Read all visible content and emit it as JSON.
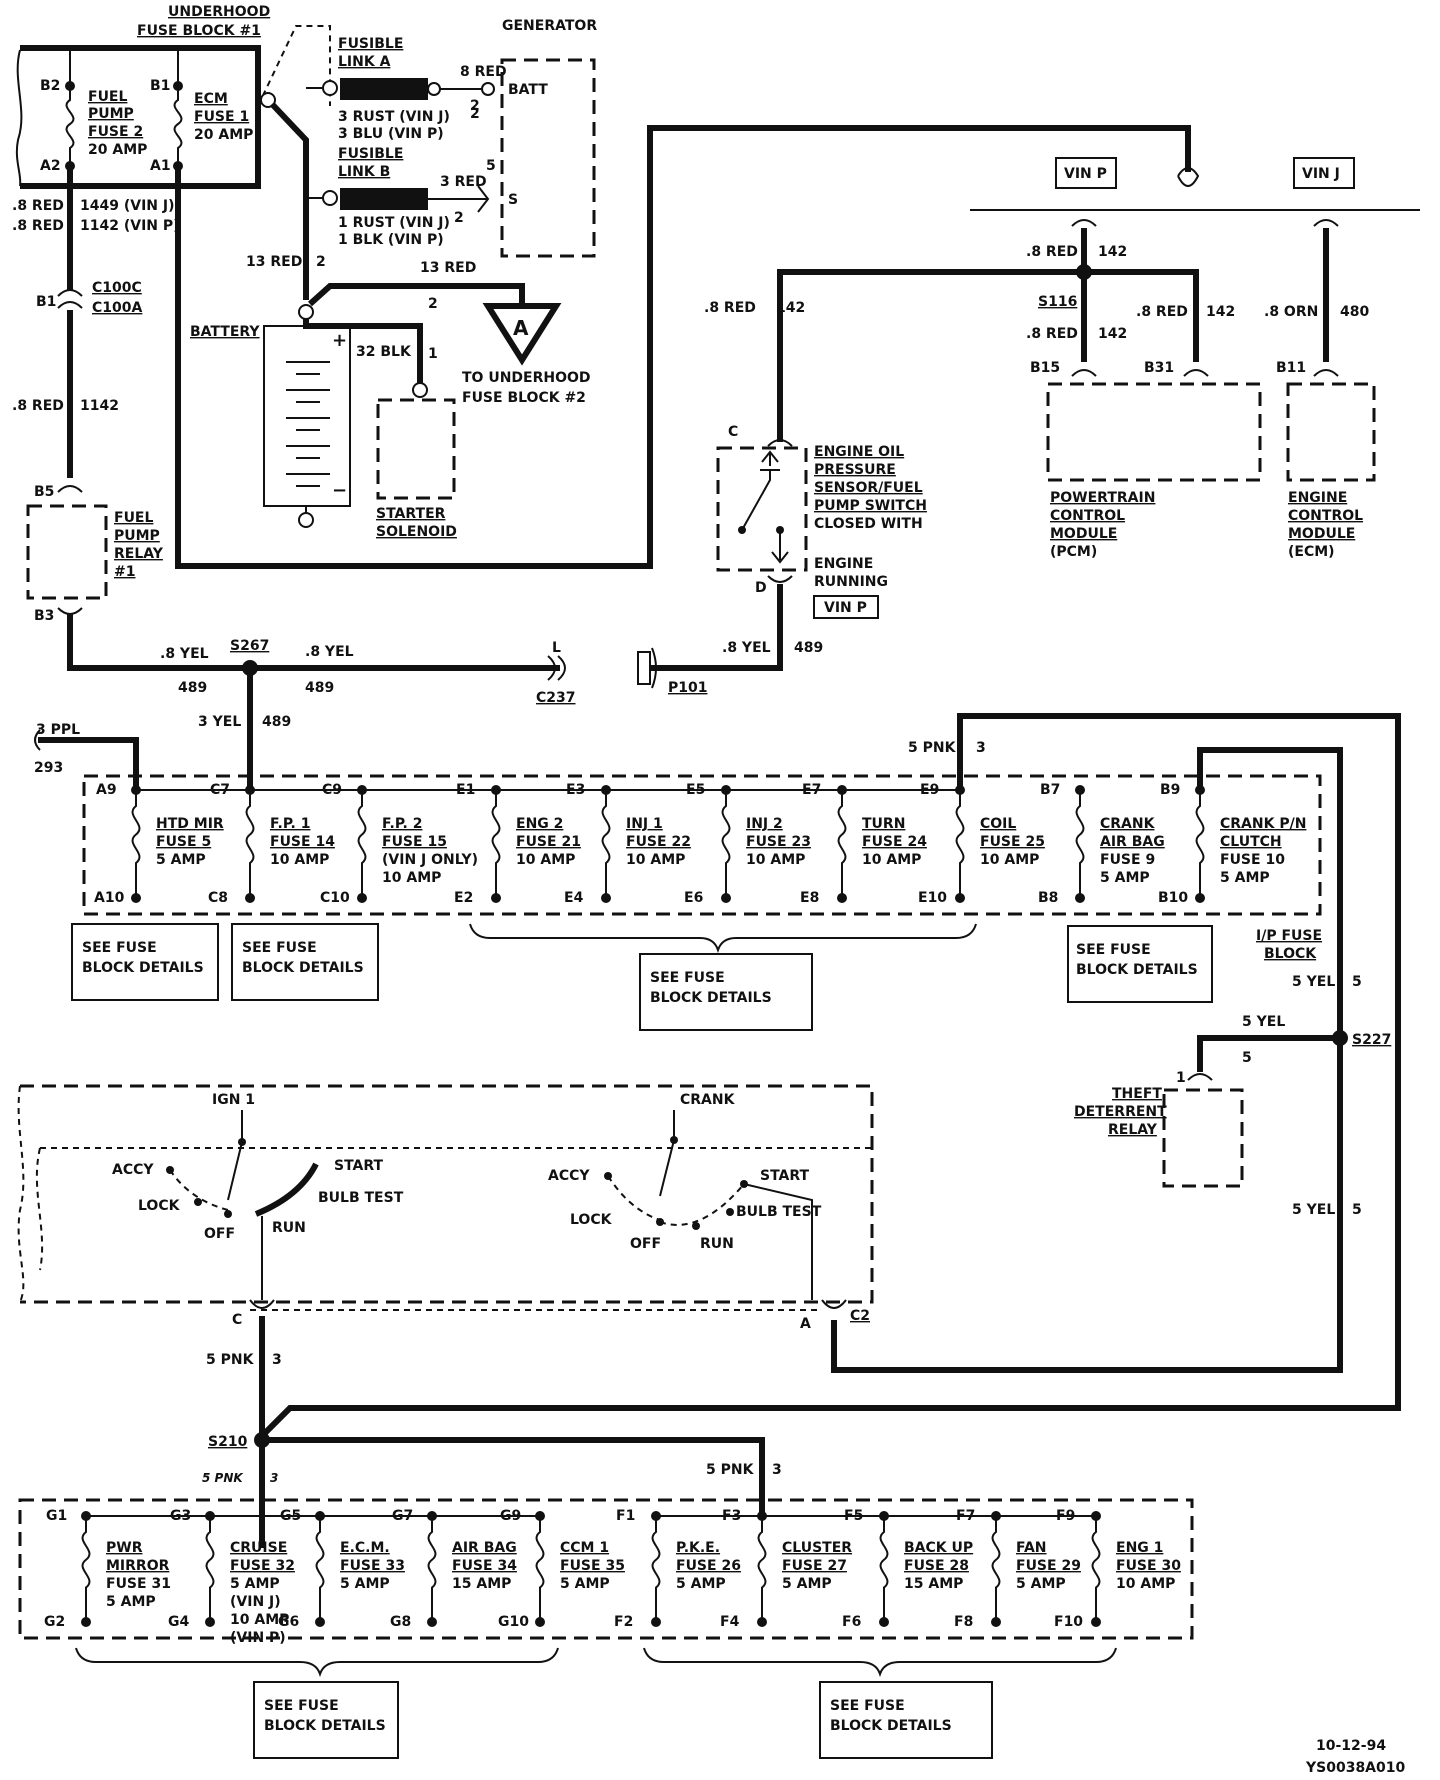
{
  "labels": {
    "underhood_fuse_block": [
      "UNDERHOOD",
      "FUSE BLOCK #1"
    ],
    "generator": "GENERATOR",
    "fusible_link_a": [
      "FUSIBLE",
      "LINK A"
    ],
    "fusible_link_b": [
      "FUSIBLE",
      "LINK B"
    ],
    "batt": "BATT",
    "s_term": "S",
    "battery": "BATTERY",
    "starter_solenoid": [
      "STARTER",
      "SOLENOID"
    ],
    "to_underhood_fb2": [
      "TO UNDERHOOD",
      "FUSE BLOCK #2"
    ],
    "triangle_a": "A",
    "fuel_pump_relay": [
      "FUEL",
      "PUMP",
      "RELAY",
      "#1"
    ],
    "fuel_pump_fuse": [
      "FUEL",
      "PUMP",
      "FUSE 2",
      "20 AMP"
    ],
    "ecm_fuse": [
      "ECM",
      "FUSE 1",
      "20 AMP"
    ],
    "pins_top": {
      "b2": "B2",
      "b1": "B1",
      "a2": "A2",
      "a1": "A1"
    },
    "oil_switch": [
      "ENGINE OIL",
      "PRESSURE",
      "SENSOR/FUEL",
      "PUMP SWITCH",
      "CLOSED WITH",
      "ENGINE",
      "RUNNING"
    ],
    "vin_p": "VIN P",
    "vin_j": "VIN J",
    "pcm": [
      "POWERTRAIN",
      "CONTROL",
      "MODULE",
      "(PCM)"
    ],
    "ecm": [
      "ENGINE",
      "CONTROL",
      "MODULE",
      "(ECM)"
    ],
    "ip_fuse_block": [
      "I/P FUSE",
      "BLOCK"
    ],
    "theft_relay": [
      "THEFT",
      "DETERRENT",
      "RELAY"
    ],
    "see_fuse": [
      "SEE FUSE",
      "BLOCK DETAILS"
    ],
    "ign_switch": {
      "ign1": "IGN 1",
      "crank": "CRANK",
      "accy": "ACCY",
      "lock": "LOCK",
      "off": "OFF",
      "run": "RUN",
      "start": "START",
      "bulb_test": "BULB TEST"
    },
    "footer": [
      "10-12-94",
      "YS0038A010"
    ]
  },
  "wires": {
    "red_8_1449": ".8 RED",
    "n1449": "1449 (VIN J)",
    "red_8_1142": ".8 RED",
    "n1142": "1142 (VIN P)",
    "c100c": "C100C",
    "c100a": "C100A",
    "b1": "B1",
    "red_8_b": ".8 RED",
    "n1142b": "1142",
    "b5": "B5",
    "b3": "B3",
    "red8_gen": "8 RED",
    "n2a": "2",
    "rust3": "3 RUST (VIN J)",
    "blu3": "3 BLU (VIN P)",
    "n2b": "2",
    "red3": "3 RED",
    "n5": "5",
    "rust1": "1 RUST (VIN J)",
    "blk1": "1 BLK (VIN P)",
    "n2c": "2",
    "red13a": "13 RED",
    "n2d": "2",
    "red13b": "13 RED",
    "n2e": "2",
    "blk32": "32 BLK",
    "n1": "1",
    "yel_a": ".8 YEL",
    "n489a": "489",
    "s267": "S267",
    "yel_b": ".8 YEL",
    "n489b": "489",
    "c237": "C237",
    "l": "L",
    "p101": "P101",
    "yel_c": ".8 YEL",
    "n489c": "489",
    "yel3": "3 YEL",
    "n489d": "489",
    "c": "C",
    "d": "D",
    "red_142a": ".8 RED",
    "n142a": "142",
    "red_142b": ".8 RED",
    "n142b": "142",
    "s116": "S116",
    "red_142c": ".8 RED",
    "n142c": "142",
    "red_142d": ".8 RED",
    "n142d": "142",
    "orn": ".8 ORN",
    "n480": "480",
    "b15": "B15",
    "b31": "B31",
    "b11": "B11",
    "ppl3": "3 PPL",
    "n293": "293",
    "pnk5a": "5 PNK",
    "n3a": "3",
    "yel5a": "5 YEL",
    "n5a": "5",
    "yel5b": "5 YEL",
    "n5b": "5",
    "s227": "S227",
    "n1r": "1",
    "n5r": "5",
    "yel5c": "5 YEL",
    "n5c": "5",
    "c_ign": "C",
    "a_ign": "A",
    "c2": "C2",
    "pnk5b": "5 PNK",
    "n3b": "3",
    "s210": "S210",
    "pnk5c": "5 PNK",
    "n3c": "3",
    "pnk5d": "5 PNK",
    "n3d": "3"
  },
  "ip_fuses": [
    {
      "top": "A9",
      "bot": "A10",
      "name": "HTD MIR",
      "fuse": "FUSE 5",
      "amp": "5 AMP"
    },
    {
      "top": "C7",
      "bot": "C8",
      "name": "F.P. 1",
      "fuse": "FUSE 14",
      "amp": "10 AMP"
    },
    {
      "top": "C9",
      "bot": "C10",
      "name": "F.P. 2",
      "fuse": "FUSE 15",
      "amp": "(VIN J ONLY)",
      "amp2": "10 AMP"
    },
    {
      "top": "E1",
      "bot": "E2",
      "name": "ENG 2",
      "fuse": "FUSE 21",
      "amp": "10 AMP"
    },
    {
      "top": "E3",
      "bot": "E4",
      "name": "INJ 1",
      "fuse": "FUSE 22",
      "amp": "10 AMP"
    },
    {
      "top": "E5",
      "bot": "E6",
      "name": "INJ 2",
      "fuse": "FUSE 23",
      "amp": "10 AMP"
    },
    {
      "top": "E7",
      "bot": "E8",
      "name": "TURN",
      "fuse": "FUSE 24",
      "amp": "10 AMP"
    },
    {
      "top": "E9",
      "bot": "E10",
      "name": "COIL",
      "fuse": "FUSE 25",
      "amp": "10 AMP"
    },
    {
      "top": "B7",
      "bot": "B8",
      "name": "CRANK",
      "fuse": "AIR BAG",
      "amp": "FUSE 9",
      "amp2": "5 AMP"
    },
    {
      "top": "B9",
      "bot": "B10",
      "name": "CRANK P/N",
      "fuse": "CLUTCH",
      "amp": "FUSE 10",
      "amp2": "5 AMP"
    }
  ],
  "lower_fuses": [
    {
      "top": "G1",
      "bot": "G2",
      "name": "PWR",
      "fuse": "MIRROR",
      "amp": "FUSE 31",
      "amp2": "5 AMP"
    },
    {
      "top": "G3",
      "bot": "G4",
      "name": "CRUISE",
      "fuse": "FUSE 32",
      "amp": "5 AMP",
      "amp2": "(VIN J)",
      "amp3": "10 AMP",
      "amp4": "(VIN P)"
    },
    {
      "top": "G5",
      "bot": "G6",
      "name": "E.C.M.",
      "fuse": "FUSE 33",
      "amp": "5 AMP"
    },
    {
      "top": "G7",
      "bot": "G8",
      "name": "AIR BAG",
      "fuse": "FUSE 34",
      "amp": "15 AMP"
    },
    {
      "top": "G9",
      "bot": "G10",
      "name": "CCM 1",
      "fuse": "FUSE 35",
      "amp": "5 AMP"
    },
    {
      "top": "F1",
      "bot": "F2",
      "name": "P.K.E.",
      "fuse": "FUSE 26",
      "amp": "5 AMP"
    },
    {
      "top": "F3",
      "bot": "F4",
      "name": "CLUSTER",
      "fuse": "FUSE 27",
      "amp": "5 AMP"
    },
    {
      "top": "F5",
      "bot": "F6",
      "name": "BACK UP",
      "fuse": "FUSE 28",
      "amp": "15 AMP"
    },
    {
      "top": "F7",
      "bot": "F8",
      "name": "FAN",
      "fuse": "FUSE 29",
      "amp": "5 AMP"
    },
    {
      "top": "F9",
      "bot": "F10",
      "name": "ENG 1",
      "fuse": "FUSE 30",
      "amp": "10 AMP"
    }
  ]
}
